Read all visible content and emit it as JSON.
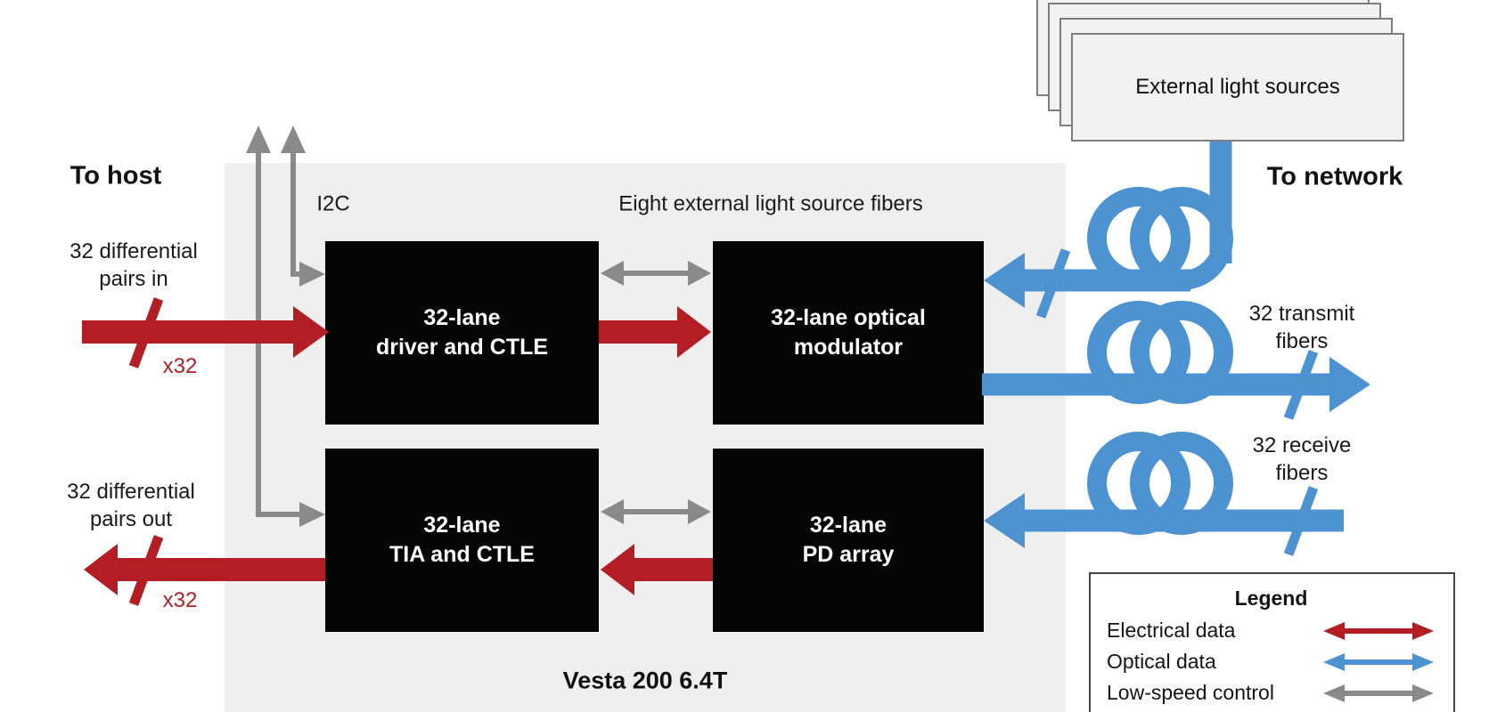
{
  "colors": {
    "electrical": "#b21e23",
    "optical": "#4d93d2",
    "control": "#8a8a8a",
    "chip_bg": "#efefef",
    "block_bg": "#050505",
    "block_text": "#ffffff",
    "card_bg": "#f2f2f2",
    "background": "#ffffff",
    "text": "#141414"
  },
  "host_side": {
    "to_host": "To host",
    "pairs_in": {
      "line1": "32 differential",
      "line2": "pairs in",
      "multiplier": "x32"
    },
    "pairs_out": {
      "line1": "32 differential",
      "line2": "pairs out",
      "multiplier": "x32"
    }
  },
  "network_side": {
    "to_network": "To network",
    "external_light_sources": "External light sources",
    "transmit": {
      "line1": "32 transmit",
      "line2": "fibers"
    },
    "receive": {
      "line1": "32 receive",
      "line2": "fibers"
    }
  },
  "chip": {
    "name": "Vesta 200 6.4T",
    "i2c": "I2C",
    "light_source_label": "Eight external light source fibers",
    "blocks": {
      "driver": {
        "line1": "32-lane",
        "line2": "driver and CTLE"
      },
      "modulator": {
        "line1": "32-lane optical",
        "line2": "modulator"
      },
      "tia": {
        "line1": "32-lane",
        "line2": "TIA and CTLE"
      },
      "pd": {
        "line1": "32-lane",
        "line2": "PD array"
      }
    }
  },
  "legend": {
    "title": "Legend",
    "items": [
      {
        "label": "Electrical data",
        "color": "#b21e23"
      },
      {
        "label": "Optical data",
        "color": "#4d93d2"
      },
      {
        "label": "Low-speed control",
        "color": "#8a8a8a"
      }
    ]
  }
}
